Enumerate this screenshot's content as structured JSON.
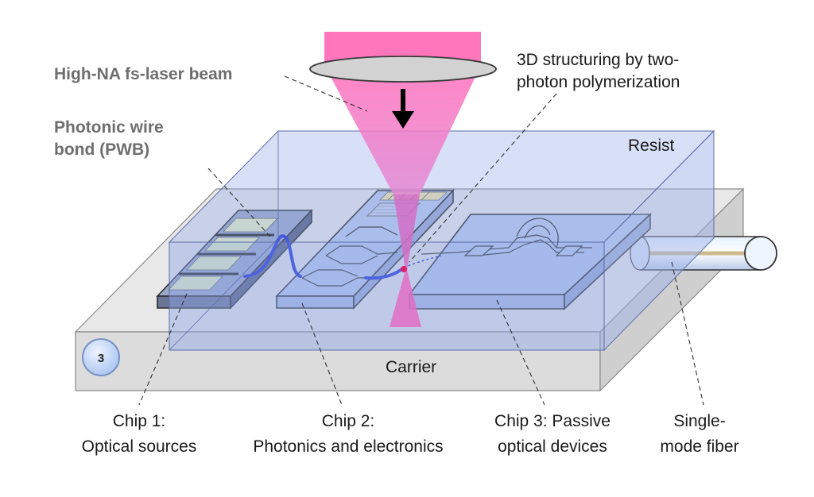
{
  "labels": {
    "laser_beam": "High-NA fs-laser beam",
    "structuring_line1": "3D structuring by two-",
    "structuring_line2": "photon polymerization",
    "pwb_line1": "Photonic wire",
    "pwb_line2": "bond (PWB)",
    "resist": "Resist",
    "carrier": "Carrier",
    "badge": "3",
    "chip1_line1": "Chip 1:",
    "chip1_line2": "Optical sources",
    "chip2_line1": "Chip 2:",
    "chip2_line2": "Photonics and electronics",
    "chip3_line1": "Chip 3: Passive",
    "chip3_line2": "optical devices",
    "fiber_line1": "Single-",
    "fiber_line2": "mode fiber"
  },
  "colors": {
    "laser": "#f06bb8",
    "resist": "#9fb4ea",
    "carrier": "#dcdcdc",
    "wire": "#1a2fd6",
    "gray_label": "#6e6e6e",
    "badge_fill": "#c9dcff"
  }
}
